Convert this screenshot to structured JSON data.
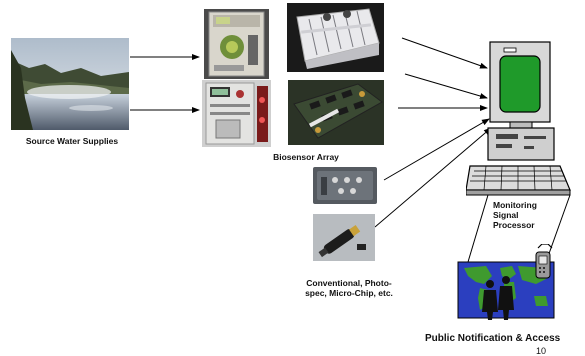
{
  "labels": {
    "source_water": "Source Water Supplies",
    "biosensor_array": "Biosensor Array",
    "conventional_line1": "Conventional, Photo-",
    "conventional_line2": "spec, Micro-Chip, etc.",
    "monitoring_line1": "Monitoring",
    "monitoring_line2": "Signal",
    "monitoring_line3": "Processor",
    "public_notification": "Public Notification & Access",
    "page_number": "10"
  },
  "colors": {
    "monitor_screen": "#1f9a2a",
    "computer_body": "#d8d8d8",
    "map_ocean": "#2b3fbf",
    "map_land": "#3f9a2f",
    "arrow": "#000000"
  },
  "icons": {
    "river_photo": "river-photo",
    "analyzer_photo_1": "water-analyzer-photo",
    "analyzer_photo_2": "water-analyzer-photo",
    "biosensor_box_photo": "biosensor-box-photo",
    "biosensor_board_photo": "biosensor-board-photo",
    "microchip_photo": "microchip-photo",
    "probe_photo": "probe-photo",
    "computer": "computer-icon",
    "world_map": "world-map-icon",
    "people": "people-icon",
    "phone": "phone-icon"
  }
}
